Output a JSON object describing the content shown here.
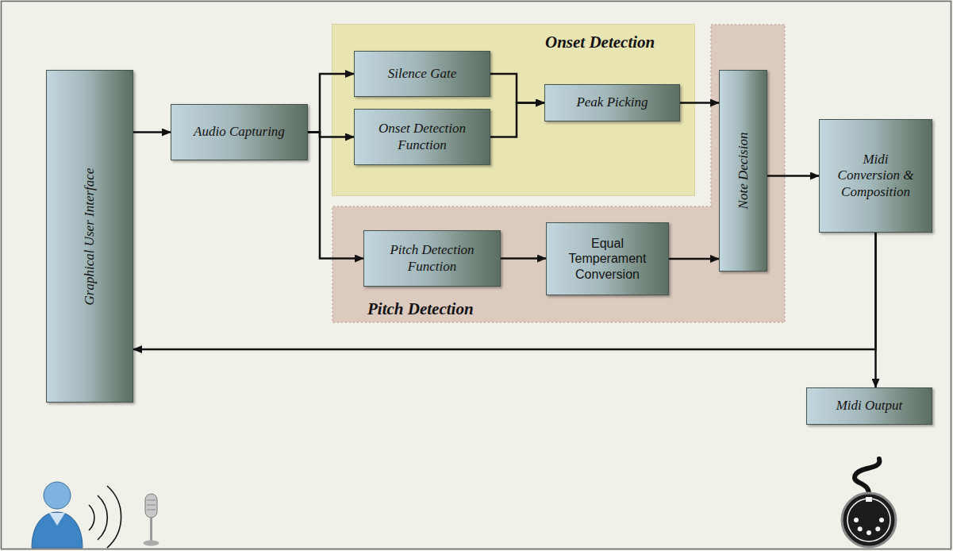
{
  "diagram": {
    "nodes": [
      {
        "text": [
          "Graphical User Interface"
        ]
      },
      {
        "text": [
          "Audio Capturing"
        ]
      },
      {
        "text": [
          "Onset Detection"
        ]
      },
      {
        "text": [
          "Silence Gate"
        ],
        "in": 2
      },
      {
        "text": [
          "Onset Detection Function"
        ],
        "in": 2
      },
      {
        "text": [
          "Peak Picking"
        ],
        "in": 2
      },
      {
        "text": [
          "Pitch Detection"
        ]
      },
      {
        "text": [
          "Pitch Detection Function"
        ],
        "in": 6
      },
      {
        "text": [
          "Equal Temperament Conversion"
        ],
        "in": 6
      },
      {
        "text": [
          "Note Decision"
        ],
        "in": 6
      },
      {
        "text": [
          "Midi Conversion & Composition"
        ]
      },
      {
        "text": [
          "Midi Output"
        ]
      }
    ],
    "edges": [
      {
        "from": 0,
        "to": 1,
        "arrow": "to"
      },
      {
        "from": 1,
        "to": 3,
        "arrow": "to"
      },
      {
        "from": 1,
        "to": 4,
        "arrow": "to"
      },
      {
        "from": 1,
        "to": 7,
        "arrow": "to"
      },
      {
        "from": 3,
        "to": 5,
        "arrow": "to"
      },
      {
        "from": 4,
        "to": 5,
        "arrow": "to"
      },
      {
        "from": 5,
        "to": 9,
        "arrow": "to"
      },
      {
        "from": 7,
        "to": 8,
        "arrow": "to"
      },
      {
        "from": 8,
        "to": 9,
        "arrow": "to"
      },
      {
        "from": 9,
        "to": 10,
        "arrow": "to"
      },
      {
        "from": 10,
        "to": 11,
        "arrow": "to"
      },
      {
        "from": 10,
        "to": 0,
        "arrow": "to"
      }
    ]
  }
}
